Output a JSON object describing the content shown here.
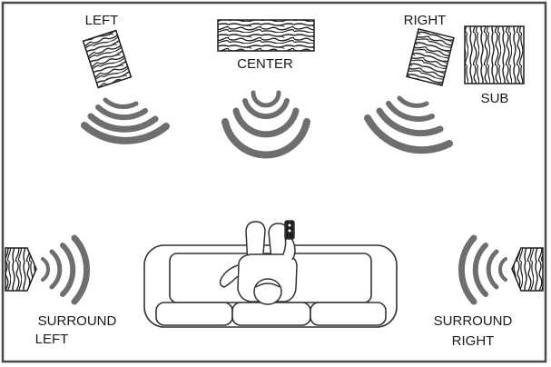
{
  "labels": {
    "left": "LEFT",
    "center": "CENTER",
    "right": "RIGHT",
    "sub": "SUB",
    "surround_left_line1": "SURROUND",
    "surround_left_line2": "LEFT",
    "surround_right_line1": "SURROUND",
    "surround_right_line2": "RIGHT"
  },
  "colors": {
    "outline": "#333333",
    "sound_wave": "#6e6e6e",
    "wood_grain": "#1e1e1e"
  },
  "icons": {
    "speaker": "wood-grain-speaker-icon",
    "sound": "sound-wave-arcs-icon",
    "listener": "person-holding-remote-icon",
    "seat": "sofa-icon"
  }
}
